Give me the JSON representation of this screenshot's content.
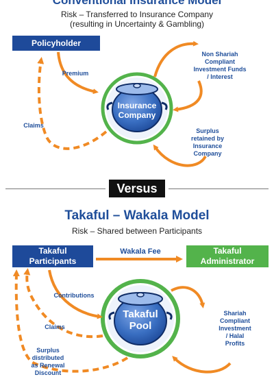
{
  "top": {
    "title": "Conventional Insurance Model",
    "subtitle_line1": "Risk – Transferred to Insurance Company",
    "subtitle_line2": "(resulting in Uncertainty & Gambling)",
    "policyholder": "Policyholder",
    "pot_line1": "Insurance",
    "pot_line2": "Company",
    "premium": "Premium",
    "claims": "Claims",
    "investment_line1": "Non Shariah",
    "investment_line2": "Compliant",
    "investment_line3": "Investment Funds",
    "investment_line4": "/ Interest",
    "surplus_line1": "Surplus",
    "surplus_line2": "retained by",
    "surplus_line3": "Insurance",
    "surplus_line4": "Company"
  },
  "versus": "Versus",
  "bottom": {
    "title": "Takaful – Wakala Model",
    "subtitle": "Risk – Shared between Participants",
    "participants_line1": "Takaful",
    "participants_line2": "Participants",
    "wakala_fee": "Wakala Fee",
    "administrator_line1": "Takaful",
    "administrator_line2": "Administrator",
    "contributions": "Contributions",
    "claims": "Claims",
    "pot_line1": "Takaful",
    "pot_line2": "Pool",
    "investment_line1": "Shariah",
    "investment_line2": "Compliant",
    "investment_line3": "Investment",
    "investment_line4": "/ Halal",
    "investment_line5": "Profits",
    "surplus_line1": "Surplus",
    "surplus_line2": "distributed",
    "surplus_line3": "as Renewal",
    "surplus_line4": "Discount"
  },
  "colors": {
    "navy": "#1e4a9a",
    "green": "#53b34b",
    "orange": "#f08a24",
    "pot_blue": "#3a6fc2"
  }
}
